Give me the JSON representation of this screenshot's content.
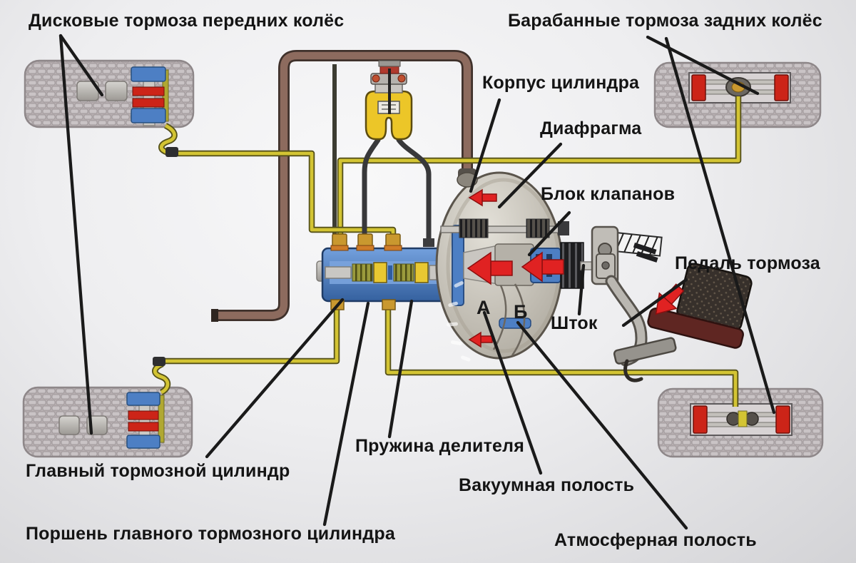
{
  "labels": {
    "front_brakes": "Дисковые тормоза передних колёс",
    "rear_brakes": "Барабанные тормоза задних колёс",
    "cylinder_housing": "Корпус цилиндра",
    "diaphragm": "Диафрагма",
    "valve_block": "Блок клапанов",
    "brake_pedal": "Педаль тормоза",
    "rod": "Шток",
    "divider_spring": "Пружина делителя",
    "vacuum_cavity": "Вакуумная полость",
    "master_cylinder": "Главный тормозной цилиндр",
    "master_cylinder_piston": "Поршень главного тормозного цилиндра",
    "atmospheric_cavity": "Атмосферная полость",
    "chamber_a": "А",
    "chamber_b": "Б"
  },
  "colors": {
    "brake_line_yellow": "#d3c433",
    "vacuum_hose_brown": "#8d6b5e",
    "reservoir_yellow": "#ecc628",
    "hydraulic_blue": "#4d7fc4",
    "arrow_red": "#e02222",
    "brake_pad_red": "#cc2418",
    "label_text": "#141414"
  }
}
